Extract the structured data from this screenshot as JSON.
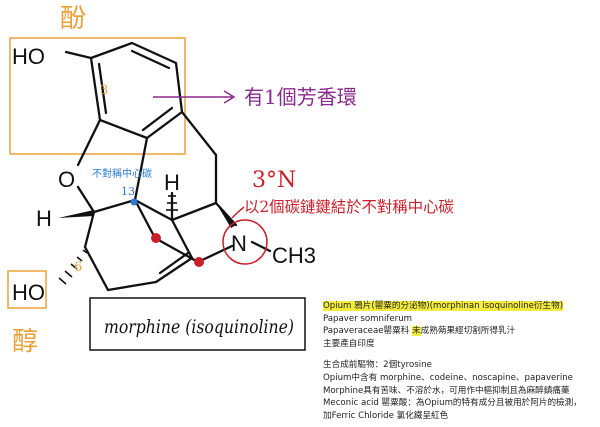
{
  "structure": {
    "atom_HO_top": "HO",
    "atom_HO_bottom": "HO",
    "atom_O": "O",
    "atom_H_left": "H",
    "atom_H_center": "H",
    "atom_N": "N",
    "atom_CH3": "CH3",
    "num_3": "3",
    "num_6": "6",
    "num_13": "13"
  },
  "annotations": {
    "phenol": "酚",
    "alcohol": "醇",
    "aromatic_ring": "有1個芳香環",
    "tertiary_amine": "3°N",
    "chiral_link": "以2個碳鏈鍵結於不對稱中心碳",
    "chiral_center": "不對稱中心碳"
  },
  "name_box": "morphine (isoquinoline)",
  "notes": {
    "line1_prefix": "Opium 鴉片(罌粟的分泌物)",
    "line1_highlight": "(morphinan isoquinoline衍生物)",
    "line2": "Papaver somniferum",
    "line3_a": "Papaveraceae罌粟科 ",
    "line3_hl": "未",
    "line3_b": "成熟蒴果經切割所得乳汁",
    "line4": "主要產自印度",
    "line5": "生合成前驅物：2個tyrosine",
    "line6": "Opium中含有 morphine、codeine、noscapine、papaverine",
    "line7": "Morphine具有苦味、不溶於水，可用作中樞抑制且為麻醉鎮痛藥",
    "line8": "Meconic acid 罌粟酸：為Opium的特有成分且被用於阿片的檢測，",
    "line9": "加Ferric Chloride 氯化鐵呈紅色"
  },
  "colors": {
    "orange_box": "#e9a23b",
    "purple": "#8a2a8f",
    "red": "#c8202a",
    "blue": "#2a7ad6",
    "highlight": "#f4ec3a"
  }
}
